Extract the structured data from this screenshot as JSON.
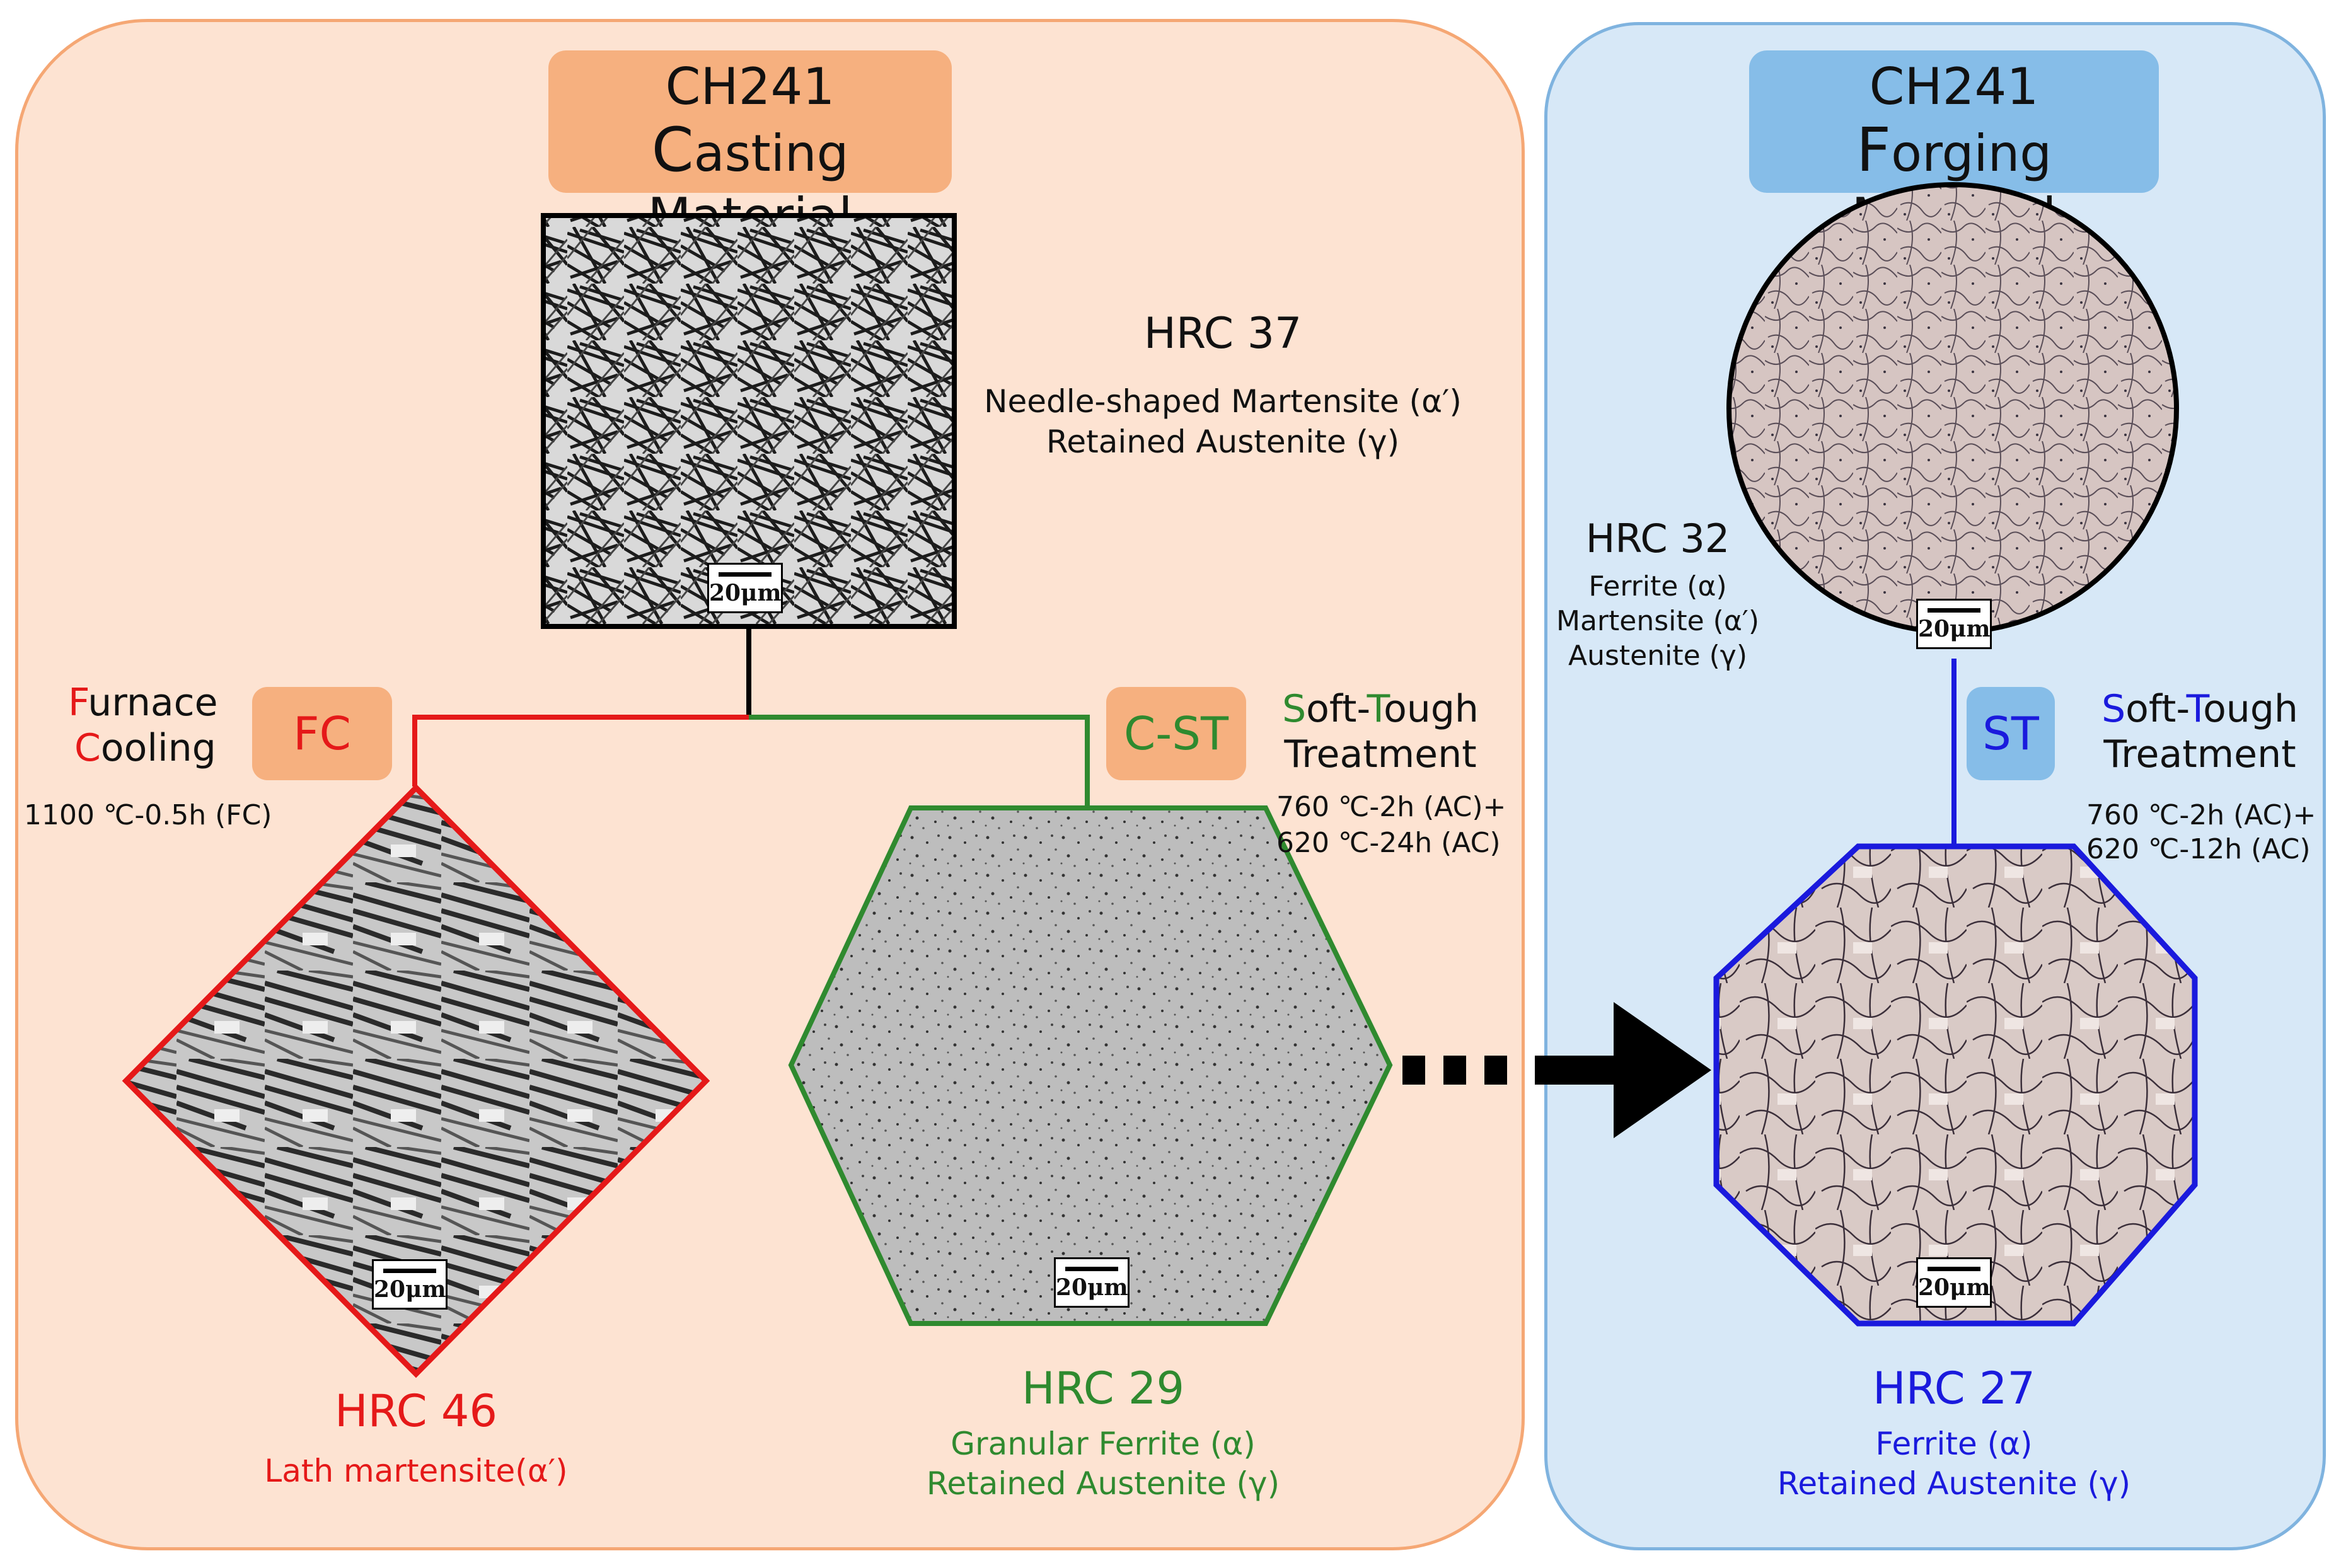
{
  "casting": {
    "title_code": "CH241",
    "title_initial": "C",
    "title_rest": "asting Material",
    "root": {
      "hrc": "HRC 37",
      "phase1": "Needle-shaped Martensite (α′)",
      "phase2": "Retained Austenite (γ)",
      "scale": "20μm"
    },
    "fc": {
      "label": "FC",
      "name_initial1": "F",
      "name_rest1": "urnace",
      "name_initial2": "C",
      "name_rest2": "ooling",
      "condition": "1100 ℃-0.5h (FC)",
      "hrc": "HRC 46",
      "phase": "Lath martensite(α′)",
      "scale": "20μm"
    },
    "cst": {
      "label": "C-ST",
      "name_initial1": "S",
      "name_rest1a": "oft-",
      "name_initial1b": "T",
      "name_rest1b": "ough",
      "name_line2": "Treatment",
      "condition1": "760 ℃-2h (AC)+",
      "condition2": "620 ℃-24h (AC)",
      "hrc": "HRC 29",
      "phase1": "Granular Ferrite (α)",
      "phase2": "Retained Austenite (γ)",
      "scale": "20μm"
    }
  },
  "forging": {
    "title_code": "CH241",
    "title_initial": "F",
    "title_rest": "orging Material",
    "root": {
      "hrc": "HRC 32",
      "phase1": "Ferrite (α)",
      "phase2": "Martensite (α′)",
      "phase3": "Austenite (γ)",
      "scale": "20μm"
    },
    "st": {
      "label": "ST",
      "name_initial1": "S",
      "name_rest1a": "oft-",
      "name_initial1b": "T",
      "name_rest1b": "ough",
      "name_line2": "Treatment",
      "condition1": "760 ℃-2h (AC)+",
      "condition2": "620 ℃-12h (AC)",
      "hrc": "HRC 27",
      "phase1": "Ferrite (α)",
      "phase2": "Retained Austenite (γ)",
      "scale": "20μm"
    }
  },
  "colors": {
    "fc": "#e51919",
    "cst": "#2f8a2f",
    "st": "#1a1add",
    "cast_panel": "#fde3d2",
    "forge_panel": "#d7e8f7"
  }
}
